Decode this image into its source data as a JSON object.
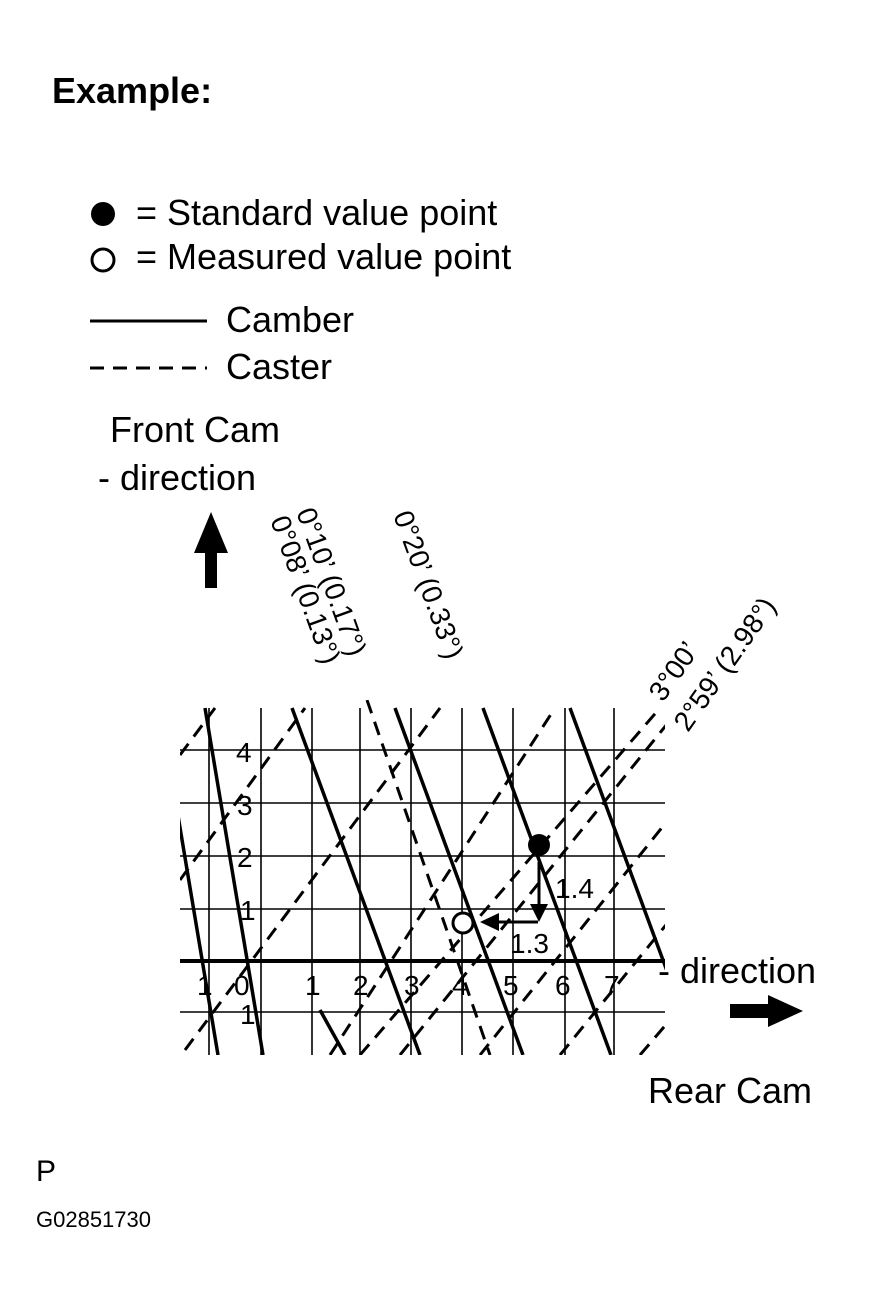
{
  "title": "Example:",
  "legend": {
    "standard_point": "= Standard value point",
    "measured_point": "= Measured value point",
    "camber": "Camber",
    "caster": "Caster"
  },
  "front_cam": {
    "line1": "Front Cam",
    "line2": "-  direction"
  },
  "rear_cam": {
    "line1": "-  direction",
    "line2": "Rear Cam"
  },
  "angle_labels": {
    "camber_010": "0°10’ (0.17°)",
    "camber_008": "0°08’ (0.13°)",
    "camber_020": "0°20’ (0.33°)",
    "caster_300": "3°00’",
    "caster_259": "2°59’ (2.98°)"
  },
  "x_ticks": [
    "1",
    "0",
    "1",
    "2",
    "3",
    "4",
    "5",
    "6",
    "7"
  ],
  "y_ticks": [
    "4",
    "3",
    "2",
    "1",
    "1"
  ],
  "measurements": {
    "vertical": "1.4",
    "horizontal": "1.3"
  },
  "footer": {
    "letter": "P",
    "code": "G02851730"
  }
}
